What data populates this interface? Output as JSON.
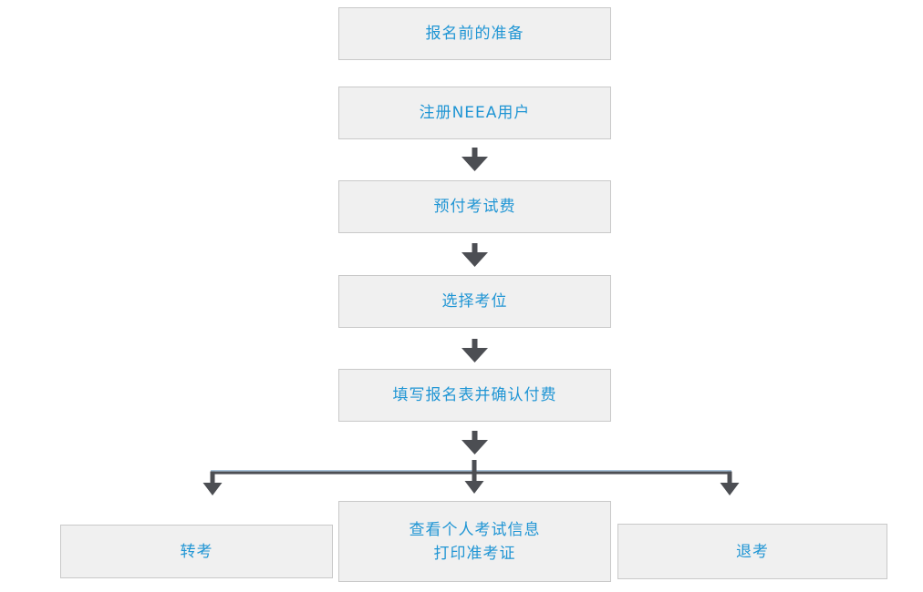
{
  "flowchart": {
    "steps": [
      {
        "label": "报名前的准备"
      },
      {
        "label": "注册NEEA用户"
      },
      {
        "label": "预付考试费"
      },
      {
        "label": "选择考位"
      },
      {
        "label": "填写报名表并确认付费"
      }
    ],
    "branch_nodes": {
      "left": {
        "label": "转考"
      },
      "middle": {
        "line1": "查看个人考试信息",
        "line2": "打印准考证"
      },
      "right": {
        "label": "退考"
      }
    },
    "colors": {
      "node_background": "#f0f0f0",
      "node_border": "#c9c9c9",
      "label_text": "#1f95d4",
      "arrow": "#4c4e53",
      "connector_highlight": "#a9c3da"
    }
  }
}
